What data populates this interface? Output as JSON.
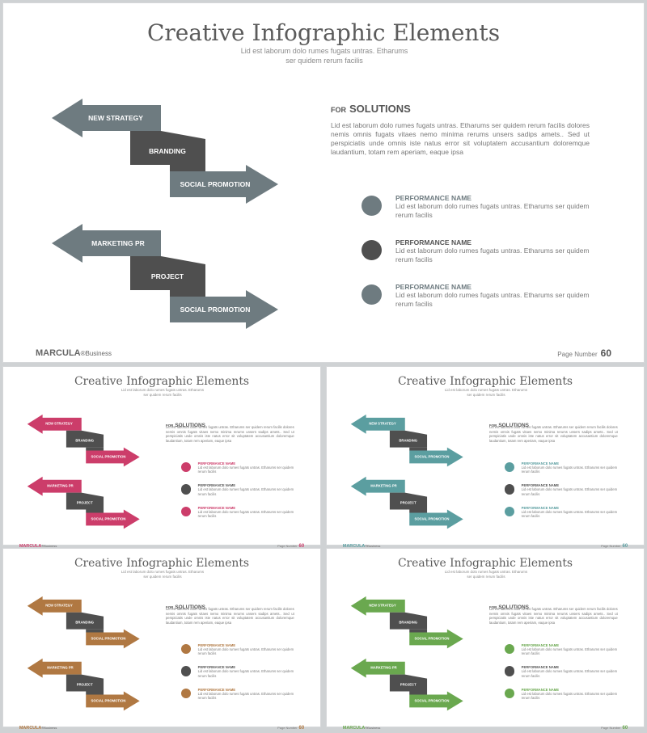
{
  "slides": [
    {
      "title": "Creative Infographic Elements",
      "subtitle": "Lid est laborum dolo rumes fugats untras. Etharums ser quidem rerum facilis",
      "accent": "#6e7b80",
      "dark": "#4f4f4f",
      "steps": [
        "NEW STRATEGY",
        "BRANDING",
        "SOCIAL PROMOTION",
        "MARKETING PR",
        "PROJECT",
        "SOCIAL PROMOTION"
      ],
      "for_label": "FOR",
      "solutions_label": "SOLUTIONS",
      "solutions_body": "Lid est laborum dolo rumes fugats untras. Etharums ser quidem rerum facilis dolores nemis omnis fugats vitaes nemo minima rerums unsers sadips amets.. Sed ut perspiciatis unde omnis iste natus error sit voluptatem accusantium doloremque laudantium, totam rem aperiam, eaque ipsa",
      "performance": [
        {
          "name": "PERFORMANCE NAME",
          "desc": "Lid est laborum dolo rumes fugats untras. Etharums ser quidem rerum facilis"
        },
        {
          "name": "PERFORMANCE NAME",
          "desc": "Lid est laborum dolo rumes fugats untras. Etharums ser quidem rerum facilis"
        },
        {
          "name": "PERFORMANCE NAME",
          "desc": "Lid est laborum dolo rumes fugats untras. Etharums ser quidem rerum facilis"
        }
      ],
      "brand": "MARCULA",
      "brand_suffix": "®Business",
      "page_label": "Page Number",
      "page_number": "60"
    },
    {
      "title": "Creative Infographic Elements",
      "subtitle": "Lid est laborum dolo rumes fugats untras. Etharums ser quidem rerum facilis",
      "accent": "#cc3d6a",
      "dark": "#4f4f4f",
      "steps": [
        "NEW STRATEGY",
        "BRANDING",
        "SOCIAL PROMOTION",
        "MARKETING PR",
        "PROJECT",
        "SOCIAL PROMOTION"
      ],
      "for_label": "FOR",
      "solutions_label": "SOLUTIONS",
      "solutions_body": "Lid est laborum dolo rumes fugats untras. Etharums ser quidem rerum facilis dolores nemis omnis fugats vitaes nemo minima rerums unsers sadips amets.. Sed ut perspiciatis unde omnis iste natus error sit voluptatem accusantium doloremque laudantium, totam rem aperiam, eaque ipsa",
      "performance": [
        {
          "name": "PERFORMANCE NAME",
          "desc": "Lid est laborum dolo rumes fugats untras. Etharums ser quidem rerum facilis"
        },
        {
          "name": "PERFORMANCE NAME",
          "desc": "Lid est laborum dolo rumes fugats untras. Etharums ser quidem rerum facilis"
        },
        {
          "name": "PERFORMANCE NAME",
          "desc": "Lid est laborum dolo rumes fugats untras. Etharums ser quidem rerum facilis"
        }
      ],
      "brand": "MARCULA",
      "brand_suffix": "®Business",
      "page_label": "Page Number",
      "page_number": "60"
    },
    {
      "title": "Creative Infographic Elements",
      "subtitle": "Lid est laborum dolo rumes fugats untras. Etharums ser quidem rerum facilis",
      "accent": "#5b9ea0",
      "dark": "#4f4f4f",
      "steps": [
        "NEW STRATEGY",
        "BRANDING",
        "SOCIAL PROMOTION",
        "MARKETING PR",
        "PROJECT",
        "SOCIAL PROMOTION"
      ],
      "for_label": "FOR",
      "solutions_label": "SOLUTIONS",
      "solutions_body": "Lid est laborum dolo rumes fugats untras. Etharums ser quidem rerum facilis dolores nemis omnis fugats vitaes nemo minima rerums unsers sadips amets.. Sed ut perspiciatis unde omnis iste natus error sit voluptatem accusantium doloremque laudantium, totam rem aperiam, eaque ipsa",
      "performance": [
        {
          "name": "PERFORMANCE NAME",
          "desc": "Lid est laborum dolo rumes fugats untras. Etharums ser quidem rerum facilis"
        },
        {
          "name": "PERFORMANCE NAME",
          "desc": "Lid est laborum dolo rumes fugats untras. Etharums ser quidem rerum facilis"
        },
        {
          "name": "PERFORMANCE NAME",
          "desc": "Lid est laborum dolo rumes fugats untras. Etharums ser quidem rerum facilis"
        }
      ],
      "brand": "MARCULA",
      "brand_suffix": "®Business",
      "page_label": "Page Number",
      "page_number": "60"
    },
    {
      "title": "Creative Infographic Elements",
      "subtitle": "Lid est laborum dolo rumes fugats untras. Etharums ser quidem rerum facilis",
      "accent": "#b07842",
      "dark": "#4f4f4f",
      "steps": [
        "NEW STRATEGY",
        "BRANDING",
        "SOCIAL PROMOTION",
        "MARKETING PR",
        "PROJECT",
        "SOCIAL PROMOTION"
      ],
      "for_label": "FOR",
      "solutions_label": "SOLUTIONS",
      "solutions_body": "Lid est laborum dolo rumes fugats untras. Etharums ser quidem rerum facilis dolores nemis omnis fugats vitaes nemo minima rerums unsers sadips amets.. Sed ut perspiciatis unde omnis iste natus error sit voluptatem accusantium doloremque laudantium, totam rem aperiam, eaque ipsa",
      "performance": [
        {
          "name": "PERFORMANCE NAME",
          "desc": "Lid est laborum dolo rumes fugats untras. Etharums ser quidem rerum facilis"
        },
        {
          "name": "PERFORMANCE NAME",
          "desc": "Lid est laborum dolo rumes fugats untras. Etharums ser quidem rerum facilis"
        },
        {
          "name": "PERFORMANCE NAME",
          "desc": "Lid est laborum dolo rumes fugats untras. Etharums ser quidem rerum facilis"
        }
      ],
      "brand": "MARCULA",
      "brand_suffix": "®Business",
      "page_label": "Page Number",
      "page_number": "60"
    },
    {
      "title": "Creative Infographic Elements",
      "subtitle": "Lid est laborum dolo rumes fugats untras. Etharums ser quidem rerum facilis",
      "accent": "#6aa84f",
      "dark": "#4f4f4f",
      "steps": [
        "NEW STRATEGY",
        "BRANDING",
        "SOCIAL PROMOTION",
        "MARKETING PR",
        "PROJECT",
        "SOCIAL PROMOTION"
      ],
      "for_label": "FOR",
      "solutions_label": "SOLUTIONS",
      "solutions_body": "Lid est laborum dolo rumes fugats untras. Etharums ser quidem rerum facilis dolores nemis omnis fugats vitaes nemo minima rerums unsers sadips amets.. Sed ut perspiciatis unde omnis iste natus error sit voluptatem accusantium doloremque laudantium, totam rem aperiam, eaque ipsa",
      "performance": [
        {
          "name": "PERFORMANCE NAME",
          "desc": "Lid est laborum dolo rumes fugats untras. Etharums ser quidem rerum facilis"
        },
        {
          "name": "PERFORMANCE NAME",
          "desc": "Lid est laborum dolo rumes fugats untras. Etharums ser quidem rerum facilis"
        },
        {
          "name": "PERFORMANCE NAME",
          "desc": "Lid est laborum dolo rumes fugats untras. Etharums ser quidem rerum facilis"
        }
      ],
      "brand": "MARCULA",
      "brand_suffix": "®Business",
      "page_label": "Page Number",
      "page_number": "60"
    }
  ]
}
